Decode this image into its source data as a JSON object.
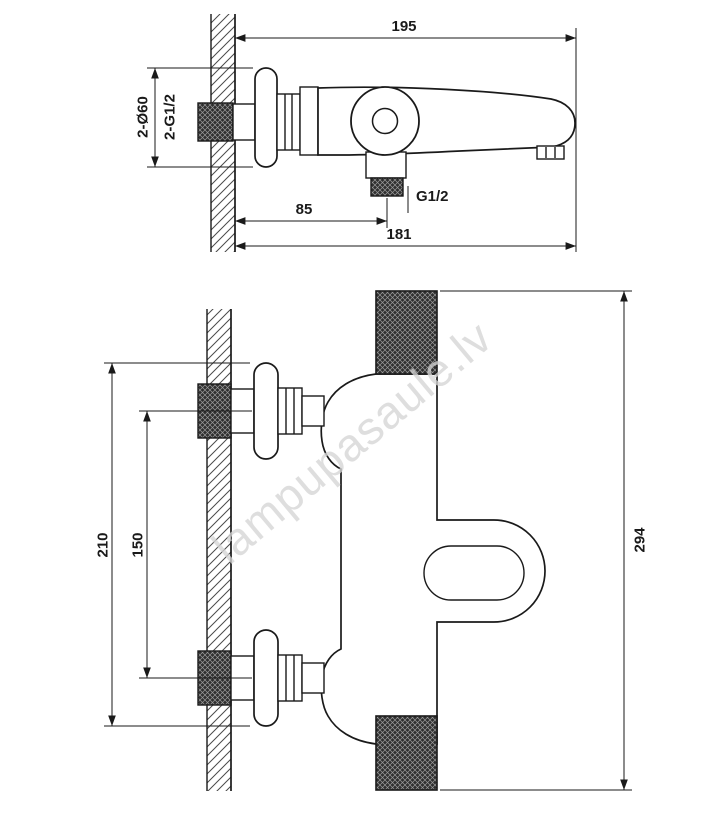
{
  "side_view": {
    "dim_total_reach": "195",
    "dim_escutcheon": "2-Ø60",
    "dim_inlet_thread": "2-G1/2",
    "dim_outlet_offset": "85",
    "dim_spout_reach": "181",
    "outlet_thread_label": "G1/2"
  },
  "front_view": {
    "dim_escutcheon_span": "210",
    "dim_inlet_spacing": "150",
    "dim_overall_height": "294"
  },
  "watermark": {
    "text": "lampupasaule.lv"
  }
}
